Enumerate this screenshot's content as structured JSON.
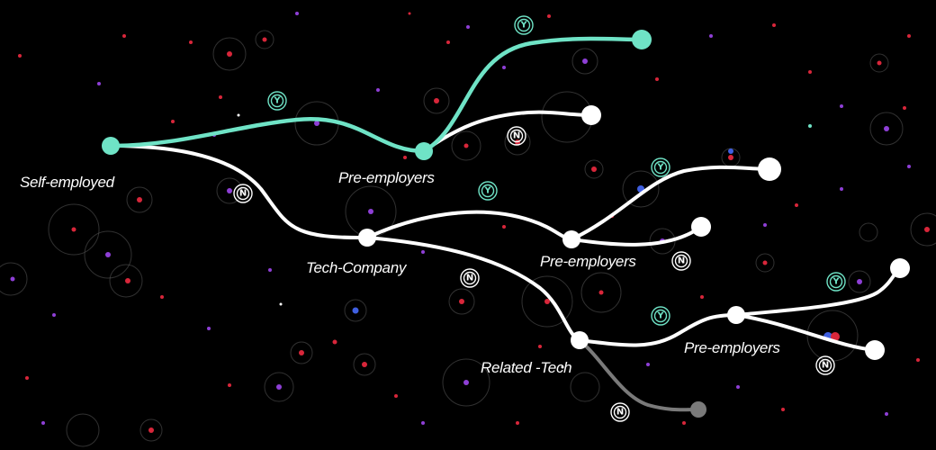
{
  "colors": {
    "background": "#000000",
    "highlight": "#6fe3c6",
    "default_path": "#ffffff",
    "faded_path": "#7a7a7a",
    "badge_yes": "#6fe3c6",
    "badge_no": "#ffffff",
    "dot_red": "#d8263a",
    "dot_purple": "#8e3fd6",
    "dot_blue": "#3f5fe0"
  },
  "labels": {
    "self_employed": "Self-employed",
    "pre_employers_1": "Pre-employers",
    "tech_company": "Tech-Company",
    "pre_employers_2": "Pre-employers",
    "related_tech": "Related -Tech",
    "pre_employers_3": "Pre-employers"
  },
  "badges": {
    "yes": "Y",
    "no": "N"
  }
}
